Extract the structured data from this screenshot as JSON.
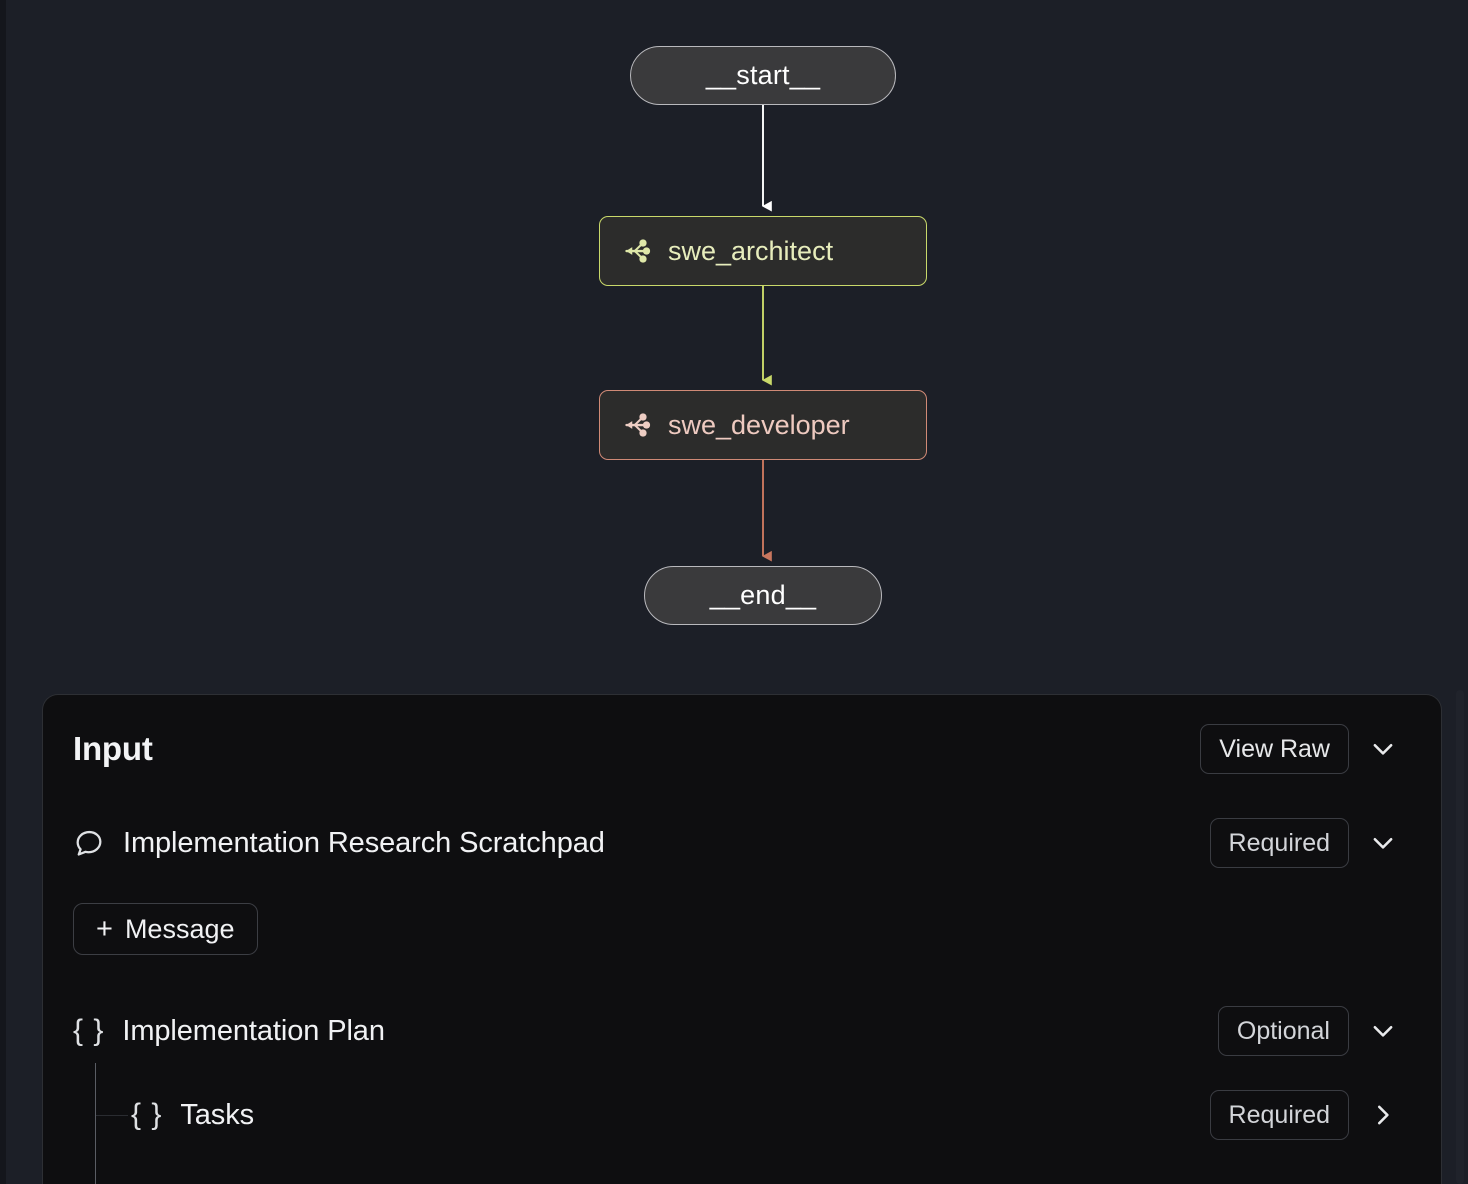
{
  "graph": {
    "nodes": [
      {
        "id": "start",
        "label": "__start__",
        "type": "terminal",
        "icon": "none",
        "border_color": "#b9b9bd",
        "fill_color": "#3a3a3c"
      },
      {
        "id": "swe_architect",
        "label": "swe_architect",
        "type": "agent",
        "icon": "workflow-node-icon",
        "border_color": "#c9d96a",
        "text_color": "#e7edbc"
      },
      {
        "id": "swe_developer",
        "label": "swe_developer",
        "type": "agent",
        "icon": "workflow-node-icon",
        "border_color": "#d08a76",
        "text_color": "#eecac0"
      },
      {
        "id": "end",
        "label": "__end__",
        "type": "terminal",
        "icon": "none",
        "border_color": "#b9b9bd",
        "fill_color": "#3a3a3c"
      }
    ],
    "edges": [
      {
        "from": "start",
        "to": "swe_architect",
        "color": "#ffffff"
      },
      {
        "from": "swe_architect",
        "to": "swe_developer",
        "color": "#c9d96a"
      },
      {
        "from": "swe_developer",
        "to": "end",
        "color": "#c9765e"
      }
    ],
    "background_color": "#1c1f27"
  },
  "panel": {
    "title": "Input",
    "view_raw_label": "View Raw",
    "collapse_icon": "chevron-down-icon",
    "background_color": "#0e0e10",
    "fields": [
      {
        "label": "Implementation Research Scratchpad",
        "icon": "speech-bubble-icon",
        "badge": "Required",
        "chevron": "chevron-down-icon",
        "indent": 0
      },
      {
        "label": "Implementation Plan",
        "icon": "braces-icon",
        "badge": "Optional",
        "chevron": "chevron-down-icon",
        "indent": 0
      },
      {
        "label": "Tasks",
        "icon": "braces-icon",
        "badge": "Required",
        "chevron": "chevron-right-icon",
        "indent": 1
      }
    ],
    "add_message_button": {
      "plus": "+",
      "label": "Message"
    }
  }
}
